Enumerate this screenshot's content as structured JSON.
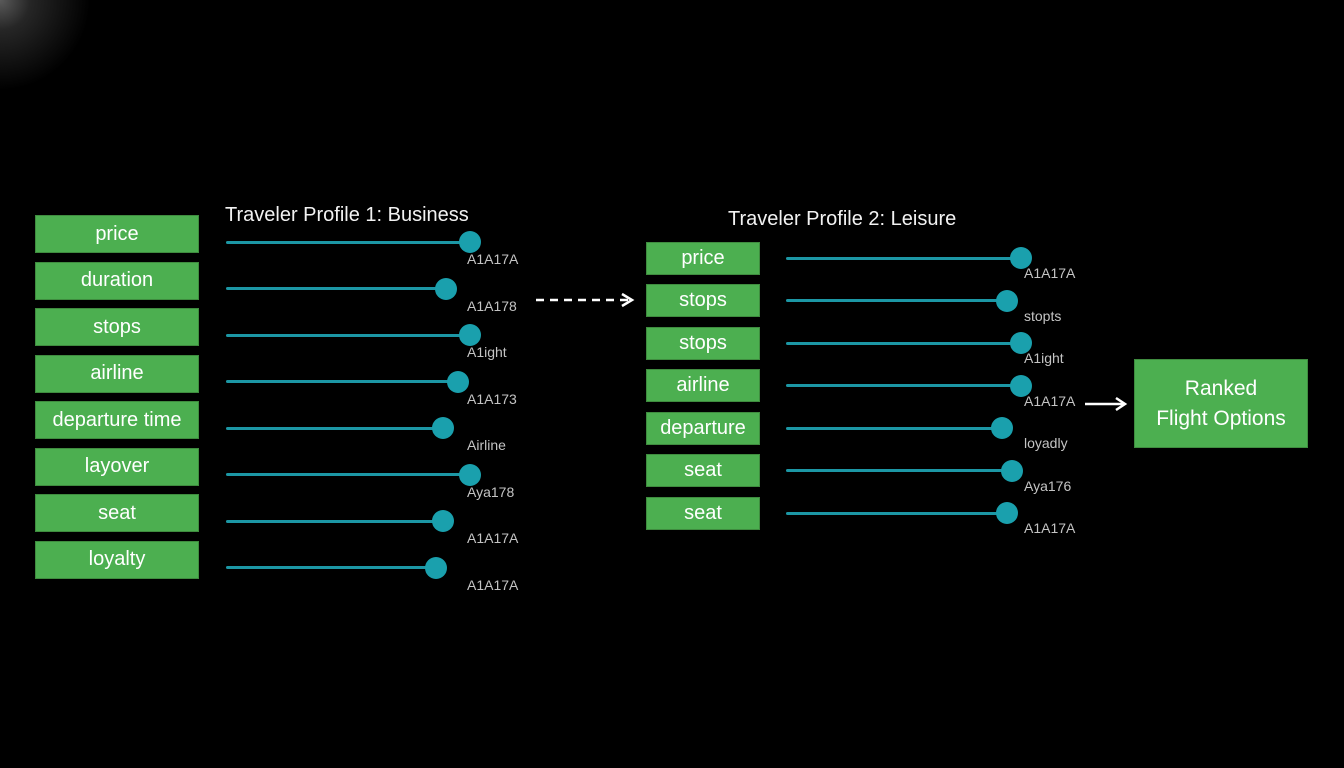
{
  "colors": {
    "background": "#000000",
    "box_fill": "#4caf50",
    "track": "#1c97a5",
    "knob": "#1aa0ad",
    "value_text": "#c4c4c4",
    "title_text": "#f2f2f2"
  },
  "profile1": {
    "title": "Traveler Profile 1: Business",
    "factors": [
      {
        "label": "price",
        "level": 1.0,
        "value": "A1A17A"
      },
      {
        "label": "duration",
        "level": 0.9,
        "value": "A1A178"
      },
      {
        "label": "stops",
        "level": 1.0,
        "value": "A1ight"
      },
      {
        "label": "airline",
        "level": 0.95,
        "value": "A1A173"
      },
      {
        "label": "departure time",
        "level": 0.89,
        "value": "Airline"
      },
      {
        "label": "layover",
        "level": 1.0,
        "value": "Aya178"
      },
      {
        "label": "seat",
        "level": 0.89,
        "value": "A1A17A"
      },
      {
        "label": "loyalty",
        "level": 0.86,
        "value": "A1A17A"
      }
    ]
  },
  "profile2": {
    "title": "Traveler Profile 2: Leisure",
    "factors": [
      {
        "label": "price",
        "level": 1.0,
        "value": "A1A17A"
      },
      {
        "label": "stops",
        "level": 0.94,
        "value": "stopts"
      },
      {
        "label": "stops",
        "level": 1.0,
        "value": "A1ight"
      },
      {
        "label": "airline",
        "level": 1.0,
        "value": "A1A17A"
      },
      {
        "label": "departure",
        "level": 0.92,
        "value": "loyadly"
      },
      {
        "label": "seat",
        "level": 0.96,
        "value": "Aya176"
      },
      {
        "label": "seat",
        "level": 0.94,
        "value": "A1A17A"
      }
    ]
  },
  "output": {
    "line1": "Ranked",
    "line2": "Flight Options"
  }
}
